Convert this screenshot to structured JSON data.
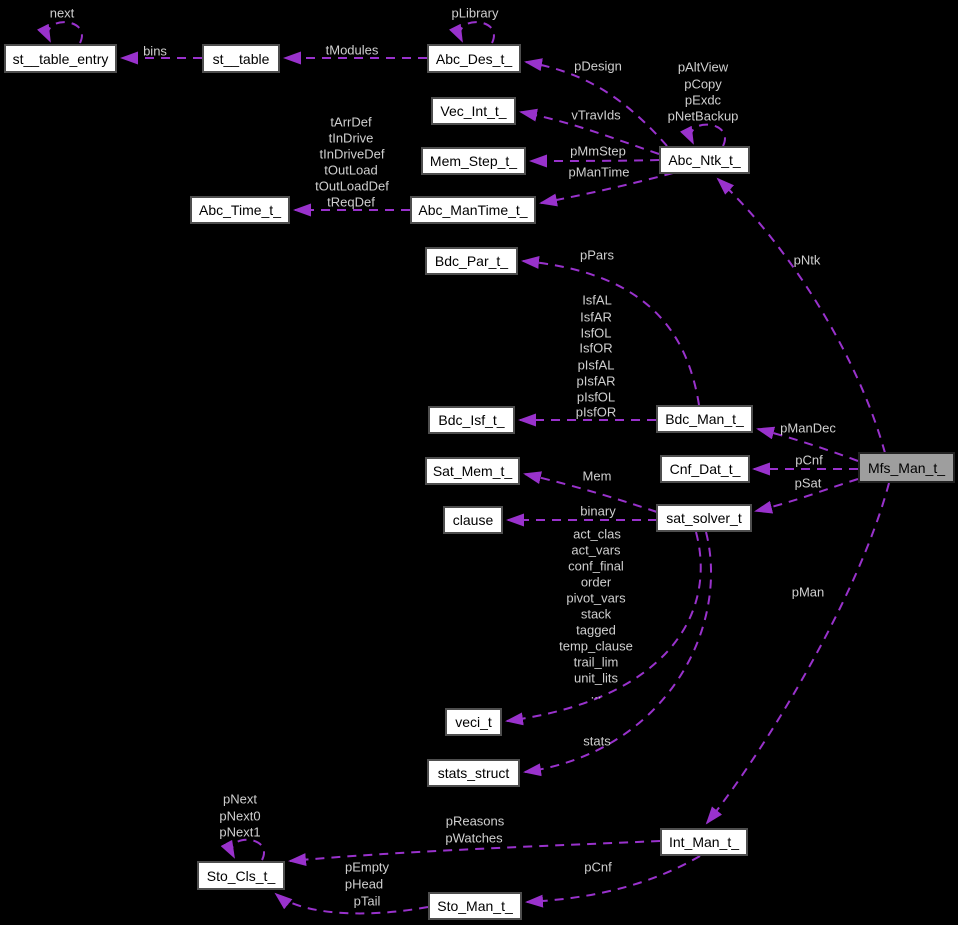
{
  "colors": {
    "background": "#000000",
    "edge": "#9932CC",
    "edge_label_text": "#cfcfcf",
    "node_fill": "#ffffff",
    "node_border": "#4e4e4e",
    "node_text": "#000000",
    "main_node_fill": "#9e9e9e"
  },
  "nodes": [
    {
      "id": "st__table_entry",
      "label": "st__table_entry"
    },
    {
      "id": "st__table",
      "label": "st__table"
    },
    {
      "id": "abc_des",
      "label": "Abc_Des_t_"
    },
    {
      "id": "vec_int",
      "label": "Vec_Int_t_"
    },
    {
      "id": "mem_step",
      "label": "Mem_Step_t_"
    },
    {
      "id": "abc_time",
      "label": "Abc_Time_t_"
    },
    {
      "id": "abc_mantime",
      "label": "Abc_ManTime_t_"
    },
    {
      "id": "abc_ntk",
      "label": "Abc_Ntk_t_"
    },
    {
      "id": "bdc_par",
      "label": "Bdc_Par_t_"
    },
    {
      "id": "bdc_isf",
      "label": "Bdc_Isf_t_"
    },
    {
      "id": "bdc_man",
      "label": "Bdc_Man_t_"
    },
    {
      "id": "sat_mem",
      "label": "Sat_Mem_t_"
    },
    {
      "id": "cnf_dat",
      "label": "Cnf_Dat_t_"
    },
    {
      "id": "mfs_man",
      "label": "Mfs_Man_t_"
    },
    {
      "id": "clause",
      "label": "clause"
    },
    {
      "id": "sat_solver",
      "label": "sat_solver_t"
    },
    {
      "id": "veci",
      "label": "veci_t"
    },
    {
      "id": "stats_struct",
      "label": "stats_struct"
    },
    {
      "id": "sto_cls",
      "label": "Sto_Cls_t_"
    },
    {
      "id": "int_man",
      "label": "Int_Man_t_"
    },
    {
      "id": "sto_man",
      "label": "Sto_Man_t_"
    }
  ],
  "edge_labels": [
    {
      "text": "next"
    },
    {
      "text": "bins"
    },
    {
      "text": "tModules"
    },
    {
      "text": "pLibrary"
    },
    {
      "text": "pDesign"
    },
    {
      "text": "vTravIds"
    },
    {
      "text": "pMmStep"
    },
    {
      "text": "pManTime"
    },
    {
      "text": "pAltView"
    },
    {
      "text": "pCopy"
    },
    {
      "text": "pExdc"
    },
    {
      "text": "pNetBackup"
    },
    {
      "text": "tArrDef"
    },
    {
      "text": "tInDrive"
    },
    {
      "text": "tInDriveDef"
    },
    {
      "text": "tOutLoad"
    },
    {
      "text": "tOutLoadDef"
    },
    {
      "text": "tReqDef"
    },
    {
      "text": "pPars"
    },
    {
      "text": "IsfAL"
    },
    {
      "text": "IsfAR"
    },
    {
      "text": "IsfOL"
    },
    {
      "text": "IsfOR"
    },
    {
      "text": "pIsfAL"
    },
    {
      "text": "pIsfAR"
    },
    {
      "text": "pIsfOL"
    },
    {
      "text": "pIsfOR"
    },
    {
      "text": "pNtk"
    },
    {
      "text": "pManDec"
    },
    {
      "text": "pCnf"
    },
    {
      "text": "pSat"
    },
    {
      "text": "Mem"
    },
    {
      "text": "binary"
    },
    {
      "text": "act_clas"
    },
    {
      "text": "act_vars"
    },
    {
      "text": "conf_final"
    },
    {
      "text": "order"
    },
    {
      "text": "pivot_vars"
    },
    {
      "text": "stack"
    },
    {
      "text": "tagged"
    },
    {
      "text": "temp_clause"
    },
    {
      "text": "trail_lim"
    },
    {
      "text": "unit_lits"
    },
    {
      "text": "..."
    },
    {
      "text": "stats"
    },
    {
      "text": "pMan"
    },
    {
      "text": "pNext"
    },
    {
      "text": "pNext0"
    },
    {
      "text": "pNext1"
    },
    {
      "text": "pReasons"
    },
    {
      "text": "pWatches"
    },
    {
      "text": "pEmpty"
    },
    {
      "text": "pHead"
    },
    {
      "text": "pTail"
    },
    {
      "text": "pCnf"
    }
  ]
}
